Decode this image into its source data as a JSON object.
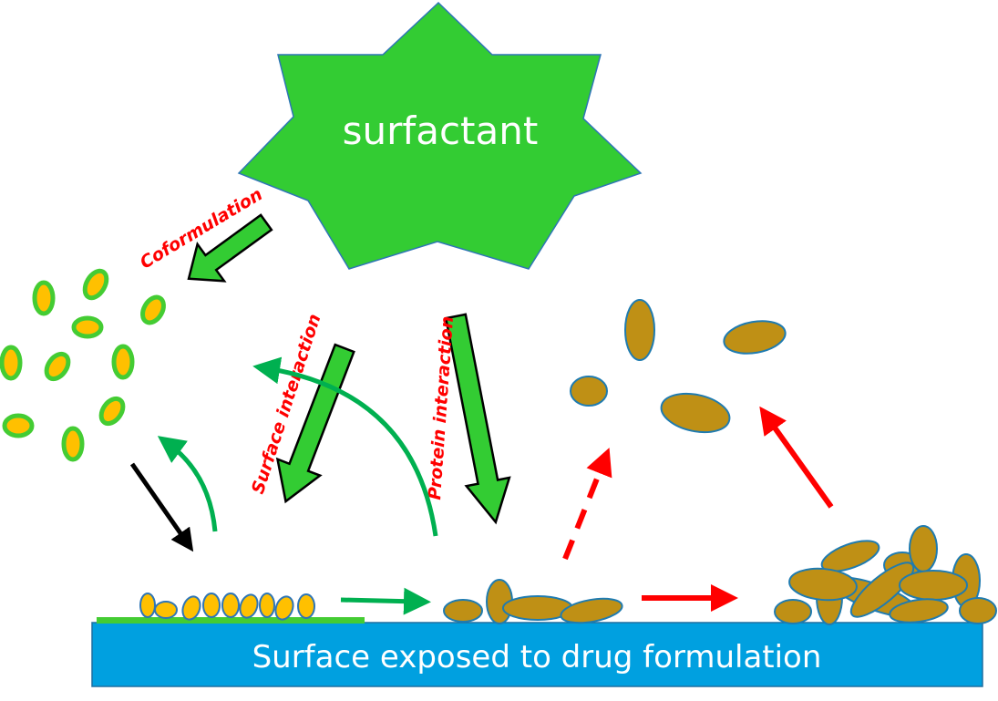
{
  "title": "surfactant",
  "labels": {
    "coformulation": "Coformulation",
    "surface_interaction": "Surface interaction",
    "protein_interaction": "Protein interaction"
  },
  "surface": {
    "label": "Surface exposed to drug formulation"
  },
  "colors": {
    "star": "#33cc33",
    "label_red": "#ff0000",
    "surface_blue": "#00a0e0",
    "protein_yellow": "#ffc000",
    "aggregate_brown": "#bf9015",
    "coating_green": "#44cc33",
    "flow_green": "#00b050"
  }
}
